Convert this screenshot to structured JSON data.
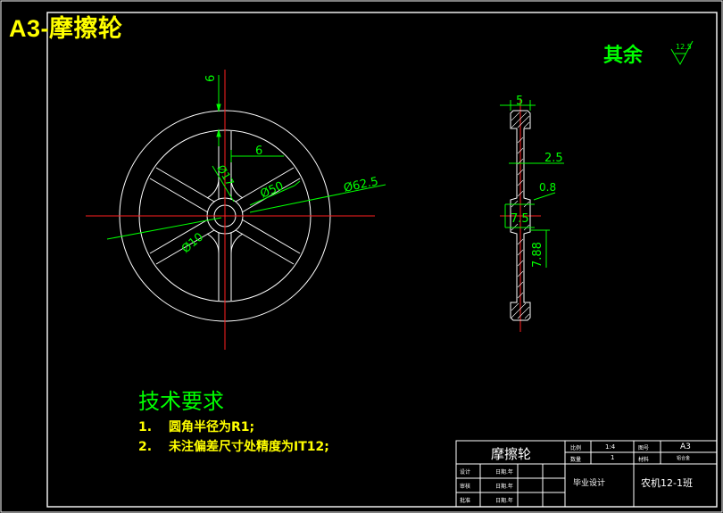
{
  "title": "A3-摩擦轮",
  "roughness": {
    "label": "其余",
    "value": "12.5"
  },
  "front_view": {
    "dims": {
      "rim_width": "6",
      "spoke_width": "6",
      "hub": "Ø17",
      "spoke_circle": "Ø50",
      "outer": "Ø62.5",
      "bore": "Ø10"
    }
  },
  "side_view": {
    "dims": {
      "rim_thickness": "5",
      "web_thickness": "2.5",
      "chamfer": "0.8",
      "hub_length": "7.5",
      "hub_dia": "7.88"
    }
  },
  "tech_req": {
    "heading": "技术要求",
    "items": [
      {
        "num": "1.",
        "text": "圆角半径为R1;"
      },
      {
        "num": "2.",
        "text": "未注偏差尺寸处精度为IT12;"
      }
    ]
  },
  "title_block": {
    "part_name": "摩擦轮",
    "scale_label": "比例",
    "scale_value": "1:4",
    "sheet_label": "图号",
    "sheet_value": "A3",
    "qty_label": "数量",
    "qty_value": "1",
    "material_label": "材料",
    "material_value": "铝合金",
    "row_labels": [
      "设计",
      "审核",
      "批准"
    ],
    "row_values": [
      "日期.年",
      "日期.年",
      "日期.年"
    ],
    "project": "毕业设计",
    "class_info": "农机12-1班"
  }
}
